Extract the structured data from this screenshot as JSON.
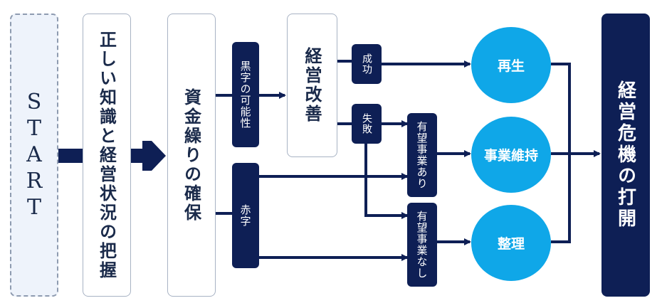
{
  "start": "START",
  "step1": "正しい知識と経営状況の把握",
  "step2": "資金繰りの確保",
  "black": "黒字の可能性",
  "red": "赤字",
  "kaizen": "経営改善",
  "success": "成功",
  "failure": "失敗",
  "promising": "有望事業あり",
  "not_promising": "有望事業なし",
  "saisei": "再生",
  "iji": "事業維持",
  "seiri": "整理",
  "final": "経営危機の打開",
  "colors": {
    "navy": "#0e1f55",
    "accent": "#0fa7e8"
  }
}
